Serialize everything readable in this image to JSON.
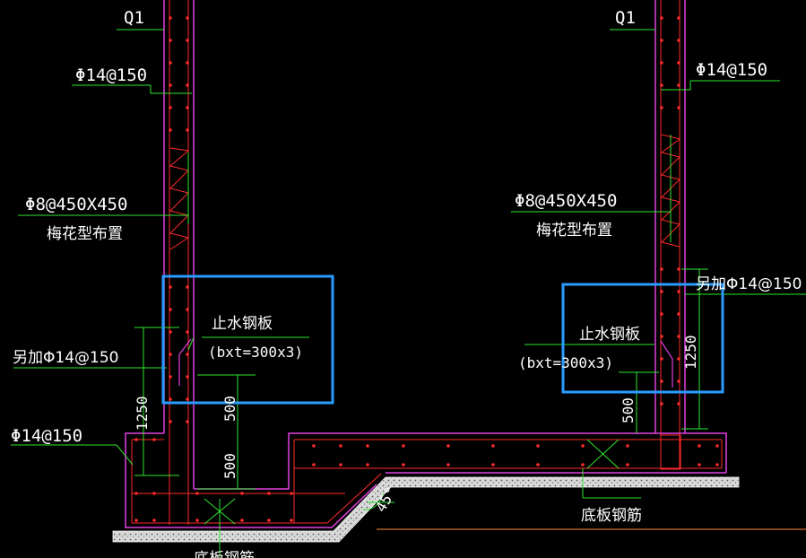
{
  "colors": {
    "background": "#000000",
    "wall_outline": "#e040e0",
    "rebar": "#ff2a2a",
    "leader": "#2ee62e",
    "highlight_box": "#2a9bff",
    "concrete_fill": "#cfcfcf",
    "text": "#ffffff",
    "ground_line": "#ff8a3a"
  },
  "left_detail": {
    "wall_tag": "Q1",
    "vertical_bar": "Φ14@150",
    "tie_bar": "Φ8@450X450",
    "tie_bar_layout": "梅花型布置",
    "waterstop_plate": "止水钢板",
    "waterstop_size": "(bxt=300x3)",
    "extra_bar": "另加Φ14@150",
    "bottom_bar": "Φ14@150",
    "dim_1250": "1250",
    "dim_500_upper": "500",
    "dim_500_lower": "500",
    "bottom_slab_bar": "底板钢筋"
  },
  "right_detail": {
    "wall_tag": "Q1",
    "vertical_bar": "Φ14@150",
    "tie_bar": "Φ8@450X450",
    "tie_bar_layout": "梅花型布置",
    "waterstop_plate": "止水钢板",
    "waterstop_size": "(bxt=300x3)",
    "extra_bar": "另加Φ14@150",
    "dim_1250": "1250",
    "dim_500": "500",
    "bottom_slab_bar": "底板钢筋",
    "slope_angle": "45°"
  }
}
